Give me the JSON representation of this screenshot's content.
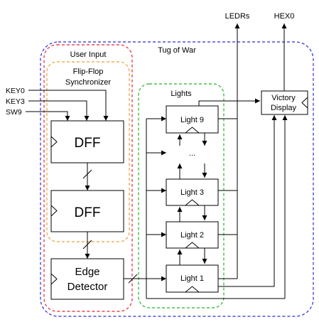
{
  "diagram": {
    "regions": {
      "tug_of_war": "Tug of War",
      "user_input": "User Input",
      "synchronizer_line1": "Flip-Flop",
      "synchronizer_line2": "Synchronizer",
      "lights": "Lights"
    },
    "inputs": [
      "KEY0",
      "KEY3",
      "SW9"
    ],
    "outputs": [
      "LEDRs",
      "HEX0"
    ],
    "blocks": {
      "dff1": "DFF",
      "dff2": "DFF",
      "edge_line1": "Edge",
      "edge_line2": "Detector",
      "light9": "Light 9",
      "ellipsis": "...",
      "light3": "Light 3",
      "light2": "Light 2",
      "light1": "Light 1",
      "victory_line1": "Victory",
      "victory_line2": "Display"
    },
    "colors": {
      "tug_of_war_border": "#2a2ad6",
      "user_input_border": "#e8223a",
      "synchronizer_border": "#e8a23a",
      "lights_border": "#22b322"
    }
  }
}
